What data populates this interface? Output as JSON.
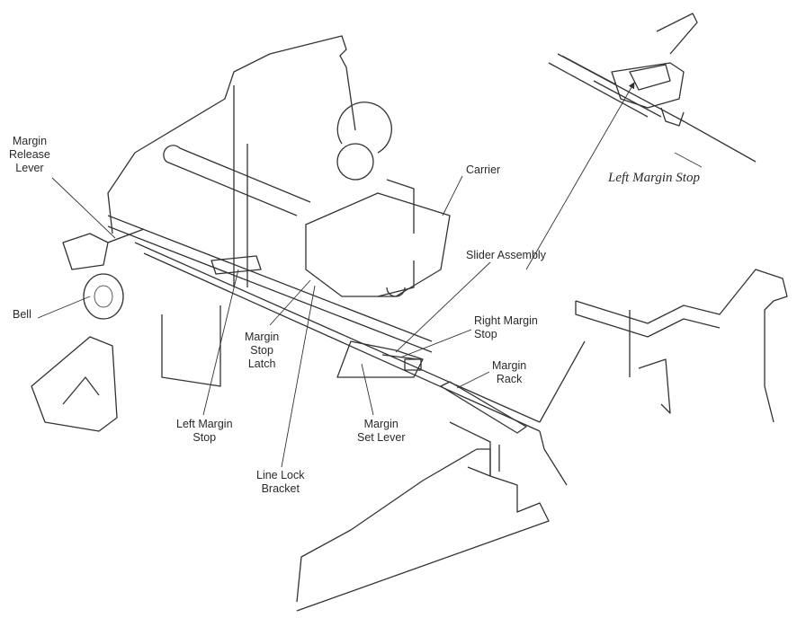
{
  "figure": {
    "inset_title": "Left Margin Stop",
    "labels": {
      "margin_release_lever": "Margin\nRelease\nLever",
      "bell": "Bell",
      "carrier": "Carrier",
      "slider_assembly": "Slider Assembly",
      "right_margin_stop": "Right Margin\nStop",
      "margin_rack": "Margin\nRack",
      "margin_stop_latch": "Margin\nStop\nLatch",
      "left_margin_stop": "Left Margin\nStop",
      "margin_set_lever": "Margin\nSet Lever",
      "line_lock_bracket": "Line Lock\nBracket"
    }
  }
}
